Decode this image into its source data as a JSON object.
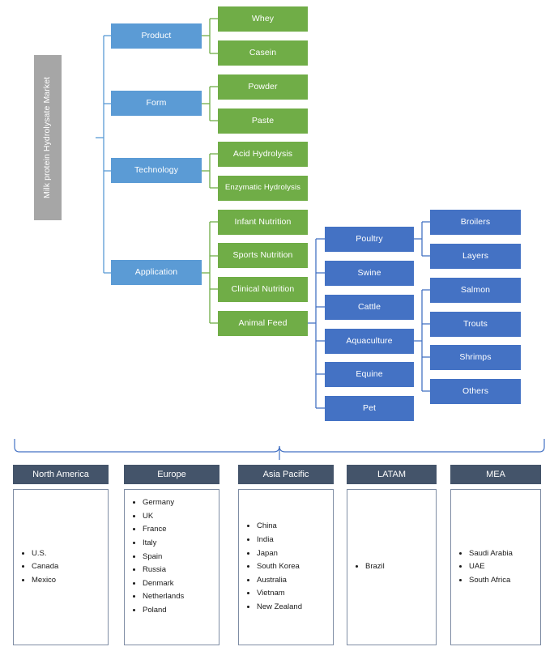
{
  "diagram": {
    "title": "Milk protein Hydrolysate Market",
    "colors": {
      "root": "#a6a6a6",
      "level1": "#5b9bd5",
      "level2": "#70ad47",
      "level3": "#4472c4",
      "region_header": "#44546a",
      "connector": "#5b9bd5",
      "connector_green": "#70ad47"
    },
    "root": {
      "label": "Milk protein Hydrolysate Market"
    },
    "branches": [
      {
        "label": "Product",
        "children": [
          {
            "label": "Whey"
          },
          {
            "label": "Casein"
          }
        ]
      },
      {
        "label": "Form",
        "children": [
          {
            "label": "Powder"
          },
          {
            "label": "Paste"
          }
        ]
      },
      {
        "label": "Technology",
        "children": [
          {
            "label": "Acid Hydrolysis"
          },
          {
            "label": "Enzymatic Hydrolysis"
          }
        ]
      },
      {
        "label": "Application",
        "children": [
          {
            "label": "Infant Nutrition"
          },
          {
            "label": "Sports Nutrition"
          },
          {
            "label": "Clinical Nutrition"
          },
          {
            "label": "Animal Feed"
          }
        ]
      }
    ],
    "animal_feed": [
      {
        "label": "Poultry",
        "children": [
          {
            "label": "Broilers"
          },
          {
            "label": "Layers"
          }
        ]
      },
      {
        "label": "Swine",
        "children": []
      },
      {
        "label": "Cattle",
        "children": []
      },
      {
        "label": "Aquaculture",
        "children": [
          {
            "label": "Salmon"
          },
          {
            "label": "Trouts"
          },
          {
            "label": "Shrimps"
          },
          {
            "label": "Others"
          }
        ]
      },
      {
        "label": "Equine",
        "children": []
      },
      {
        "label": "Pet",
        "children": []
      }
    ],
    "regions": [
      {
        "name": "North America",
        "countries": [
          "U.S.",
          "Canada",
          "Mexico"
        ]
      },
      {
        "name": "Europe",
        "countries": [
          "Germany",
          "UK",
          "France",
          "Italy",
          "Spain",
          "Russia",
          "Denmark",
          "Netherlands",
          "Poland"
        ]
      },
      {
        "name": "Asia Pacific",
        "countries": [
          "China",
          "India",
          "Japan",
          "South Korea",
          "Australia",
          "Vietnam",
          "New Zealand"
        ]
      },
      {
        "name": "LATAM",
        "countries": [
          "Brazil"
        ]
      },
      {
        "name": "MEA",
        "countries": [
          "Saudi Arabia",
          "UAE",
          "South Africa"
        ]
      }
    ]
  }
}
